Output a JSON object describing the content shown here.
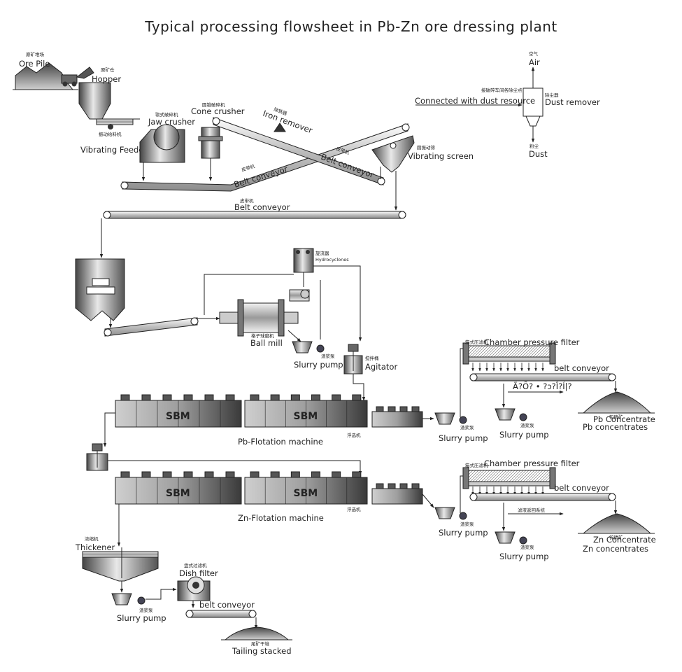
{
  "title": "Typical processing flowsheet in Pb-Zn ore dressing plant",
  "labels": {
    "ore_pile": "Ore Pile",
    "hopper": "Hopper",
    "jaw_crusher": "Jaw crusher",
    "vibrating_feeder": "Vibrating Feeder",
    "cone_crusher": "Cone crusher",
    "iron_remover": "Iron remover",
    "vibrating_screen": "Vibrating screen",
    "belt_conveyor_main": "Belt conveyor",
    "belt_conveyor_b": "Belt conveyor",
    "belt_conveyor_c": "Belt conveyor",
    "connected_dust": "Connected with dust resource",
    "dust_remover": "Dust remover",
    "air": "Air",
    "dust": "Dust",
    "hydrocyclones": "Hydrocyclones",
    "ball_mill": "Ball mill",
    "slurry_pump_mill": "Slurry pump",
    "agitator": "Agitator",
    "pb_flotation": "Pb-Flotation machine",
    "zn_flotation": "Zn-Flotation machine",
    "chamber_filter_pb": "Chamber pressure filter",
    "chamber_filter_zn": "Chamber pressure filter",
    "belt_conveyor_pb": "belt conveyor",
    "belt_conveyor_zn": "belt conveyor",
    "garbled_text": "Ã?Õ? • ?ɔ?Î?Í|?",
    "pb_concentrate_overlap": "Pb Concentrate",
    "pb_concentrates": "Pb concentrates",
    "zn_concentrate_overlap": "Zn Concentrate",
    "zn_concentrates": "Zn concentrates",
    "slurry_pump_pb1": "Slurry pump",
    "slurry_pump_pb2": "Slurry pump",
    "slurry_pump_zn1": "Slurry pump",
    "slurry_pump_zn2": "Slurry pump",
    "thickener": "Thickener",
    "dish_filter": "Dish filter",
    "slurry_pump_tail": "Slurry pump",
    "belt_conveyor_tail": "belt conveyor",
    "tailing_stacked": "Tailing stacked"
  },
  "cn": {
    "ore_pile": "原矿堆场",
    "hopper": "原矿仓",
    "jaw": "颚式破碎机",
    "feeder": "振动给料机",
    "cone": "圆锥破碎机",
    "iron": "除铁器",
    "screen": "圆振动筛",
    "belt1": "皮带机",
    "belt2": "皮带机",
    "belt3": "皮带机",
    "conn": "接破碎车间各除尘点",
    "dust_rm": "除尘器",
    "air": "空气",
    "dust": "粉尘",
    "cyclone": "旋流器",
    "mill": "格子球磨机",
    "pump_mill": "渣浆泵",
    "agitator": "搅拌桶",
    "pb_flot": "浮选机",
    "zn_flot": "浮选机",
    "filter1": "箱式压滤机",
    "filter2": "箱式压滤机",
    "pump_a": "渣浆泵",
    "pump_b": "渣浆泵",
    "pump_c": "渣浆泵",
    "pump_d": "渣浆泵",
    "pump_e": "渣浆泵",
    "filtrate": "滤液返回系统",
    "pb_conc": "铅精矿",
    "zn_conc": "锌精矿",
    "thickener": "浓缩机",
    "dish": "盘式过滤机",
    "tail": "尾矿干堆"
  },
  "logo_text": "SBM"
}
